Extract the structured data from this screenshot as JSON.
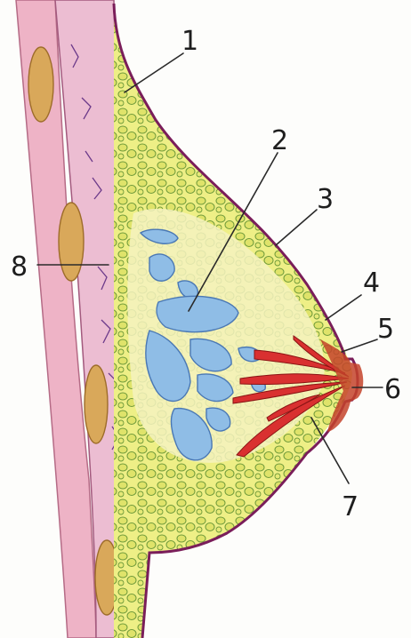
{
  "labels": [
    {
      "id": "1",
      "text": "1"
    },
    {
      "id": "2",
      "text": "2"
    },
    {
      "id": "3",
      "text": "3"
    },
    {
      "id": "4",
      "text": "4"
    },
    {
      "id": "5",
      "text": "5"
    },
    {
      "id": "6",
      "text": "6"
    },
    {
      "id": "7",
      "text": "7"
    },
    {
      "id": "8",
      "text": "8"
    }
  ],
  "colors": {
    "muscle_pink": "#eab2c4",
    "rib_ochre": "#d9a85a",
    "fat_yellow": "#e9ec7c",
    "lobule_blue": "#8fbde6",
    "duct_red": "#d93030",
    "skin_outline": "#7a1e5a",
    "areola_red": "#c4432a"
  }
}
